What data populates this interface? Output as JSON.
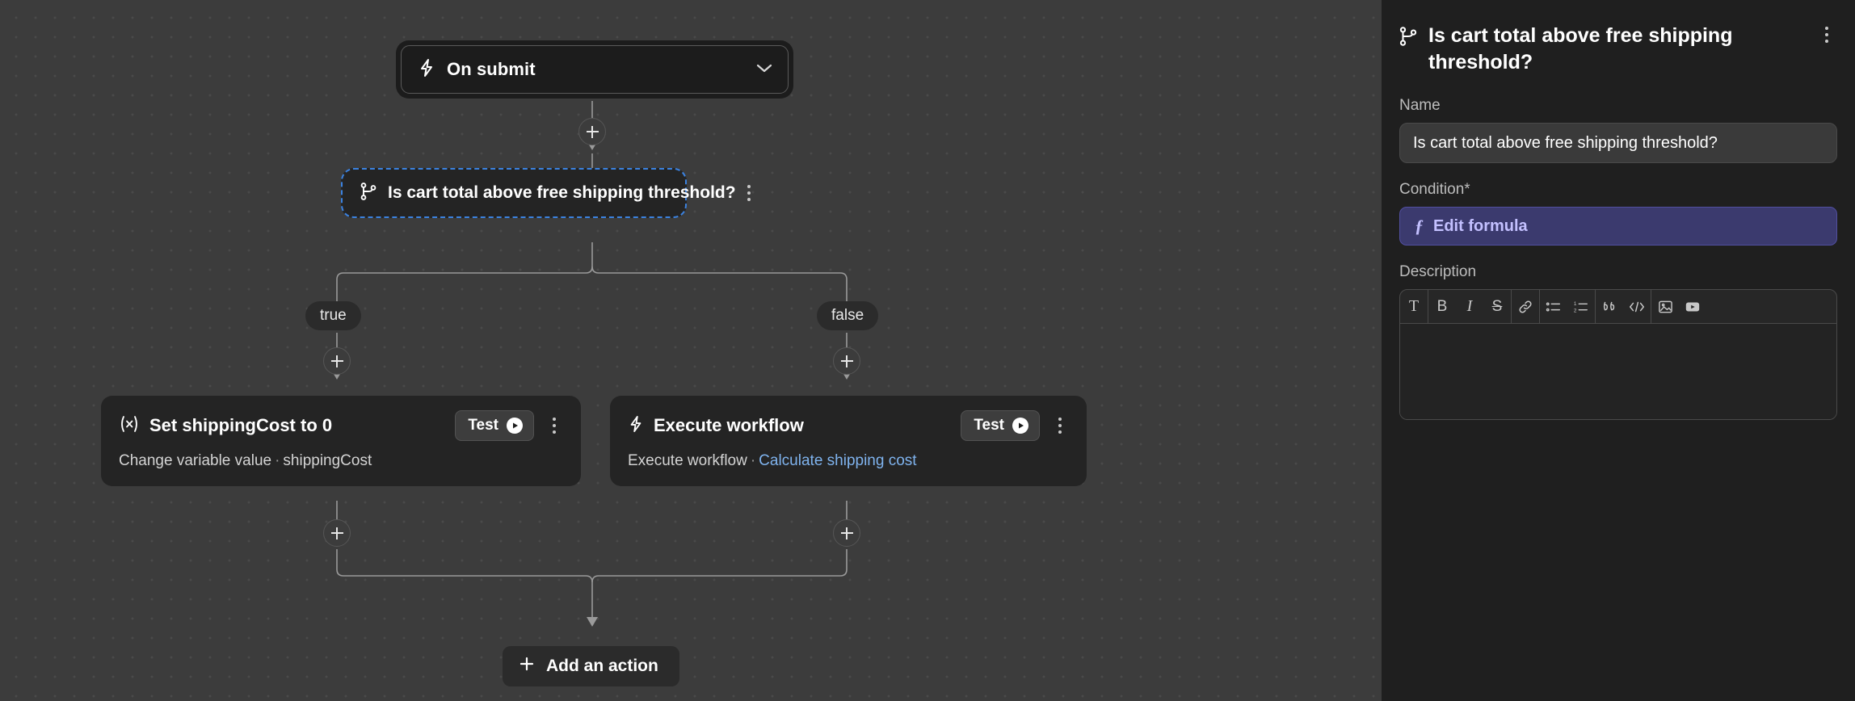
{
  "canvas": {
    "trigger": {
      "label": "On submit",
      "icon": "lightning-bolt-icon",
      "chevron": "chevron-down-icon"
    },
    "condition_node": {
      "label": "Is cart total above free shipping threshold?",
      "icon": "branch-icon",
      "menu": "kebab-menu-icon",
      "selected": true
    },
    "branches": [
      {
        "pill": "true"
      },
      {
        "pill": "false"
      }
    ],
    "actions": [
      {
        "icon": "variable-icon",
        "icon_glyph": "(x)",
        "title": "Set shippingCost to 0",
        "subtitle_prefix": "Change variable value",
        "separator": "·",
        "subtitle_value": "shippingCost",
        "subtitle_link": "",
        "test_label": "Test"
      },
      {
        "icon": "lightning-bolt-icon",
        "icon_glyph": "",
        "title": "Execute workflow",
        "subtitle_prefix": "Execute workflow",
        "separator": "·",
        "subtitle_value": "",
        "subtitle_link": "Calculate shipping cost",
        "test_label": "Test"
      }
    ],
    "add_action": {
      "label": "Add an action",
      "icon": "plus-icon"
    },
    "add_buttons_count": 5
  },
  "panel": {
    "title": "Is cart total above free shipping threshold?",
    "icon": "branch-icon",
    "menu": "kebab-menu-icon",
    "name_label": "Name",
    "name_value": "Is cart total above free shipping threshold?",
    "condition_label": "Condition",
    "condition_required_mark": "*",
    "formula_button": "Edit formula",
    "formula_icon": "function-icon",
    "description_label": "Description",
    "description_value": "",
    "toolbar": [
      {
        "name": "text-style-icon",
        "glyph": "T"
      },
      {
        "name": "bold-icon",
        "glyph": "B"
      },
      {
        "name": "italic-icon",
        "glyph": "I"
      },
      {
        "name": "strikethrough-icon",
        "glyph": "S"
      },
      {
        "name": "link-icon",
        "glyph": "🔗"
      },
      {
        "name": "bullet-list-icon",
        "glyph": ""
      },
      {
        "name": "numbered-list-icon",
        "glyph": ""
      },
      {
        "name": "quote-icon",
        "glyph": "❝"
      },
      {
        "name": "code-icon",
        "glyph": "</>"
      },
      {
        "name": "image-icon",
        "glyph": ""
      },
      {
        "name": "video-icon",
        "glyph": ""
      }
    ]
  },
  "colors": {
    "canvas_bg": "#3c3c3c",
    "node_bg": "#242424",
    "panel_bg": "#1f1f1f",
    "selection": "#3b82e0",
    "accent_purple": "#3b3a6e",
    "accent_purple_text": "#c3c0ff",
    "link_blue": "#7fb3ee"
  }
}
